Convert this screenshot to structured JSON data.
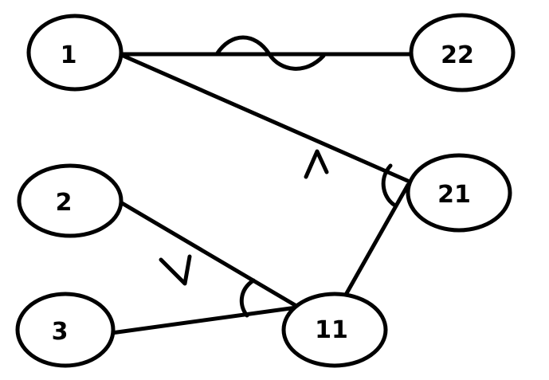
{
  "diagram": {
    "nodes": [
      {
        "id": "n1",
        "label": "1"
      },
      {
        "id": "n22",
        "label": "22"
      },
      {
        "id": "n2",
        "label": "2"
      },
      {
        "id": "n3",
        "label": "3"
      },
      {
        "id": "n21",
        "label": "21"
      },
      {
        "id": "n11",
        "label": "11"
      }
    ],
    "edges": [
      {
        "from": "1",
        "to": "22"
      },
      {
        "from": "1",
        "to": "21"
      },
      {
        "from": "2",
        "to": "11"
      },
      {
        "from": "3",
        "to": "11"
      },
      {
        "from": "11",
        "to": "21"
      }
    ],
    "annotations": {
      "edge_1_22": "wave",
      "edge_1_21": "caret-up",
      "edge_2_11": "check",
      "angle_at_11": "arc",
      "angle_at_21": "arc"
    },
    "colors": {
      "stroke": "#000000",
      "background": "#ffffff"
    }
  }
}
